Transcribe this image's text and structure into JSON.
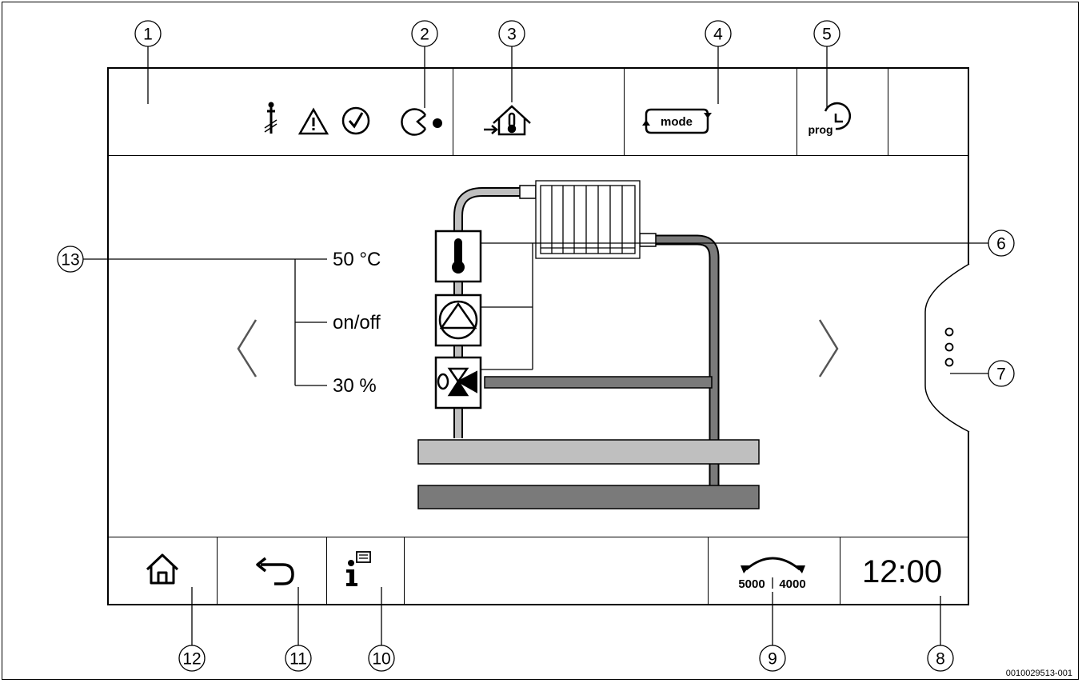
{
  "callouts": [
    "1",
    "2",
    "3",
    "4",
    "5",
    "6",
    "7",
    "8",
    "9",
    "10",
    "11",
    "12",
    "13"
  ],
  "values": {
    "temperature": "50 °C",
    "pump": "on/off",
    "valve": "30 %"
  },
  "bottom_bar": {
    "clock": "12:00",
    "sync_left": "5000",
    "sync_right": "4000"
  },
  "top_bar": {
    "mode_label": "mode",
    "prog_label": "prog"
  },
  "doc_id": "0010029513-001",
  "colors": {
    "pipe_light": "#bfbfbf",
    "pipe_dark": "#7a7a7a"
  },
  "icons": {
    "status": [
      "chimney-sweep-icon",
      "warning-icon",
      "check-icon",
      "pacman-icon"
    ],
    "house_temperature": "house-thermometer-icon",
    "mode": "mode-icon",
    "program": "program-clock-icon",
    "home": "home-icon",
    "back": "back-arrow-icon",
    "info": "info-icon",
    "menu": "more-vertical-icon",
    "prev": "chevron-left-icon",
    "next": "chevron-right-icon"
  }
}
